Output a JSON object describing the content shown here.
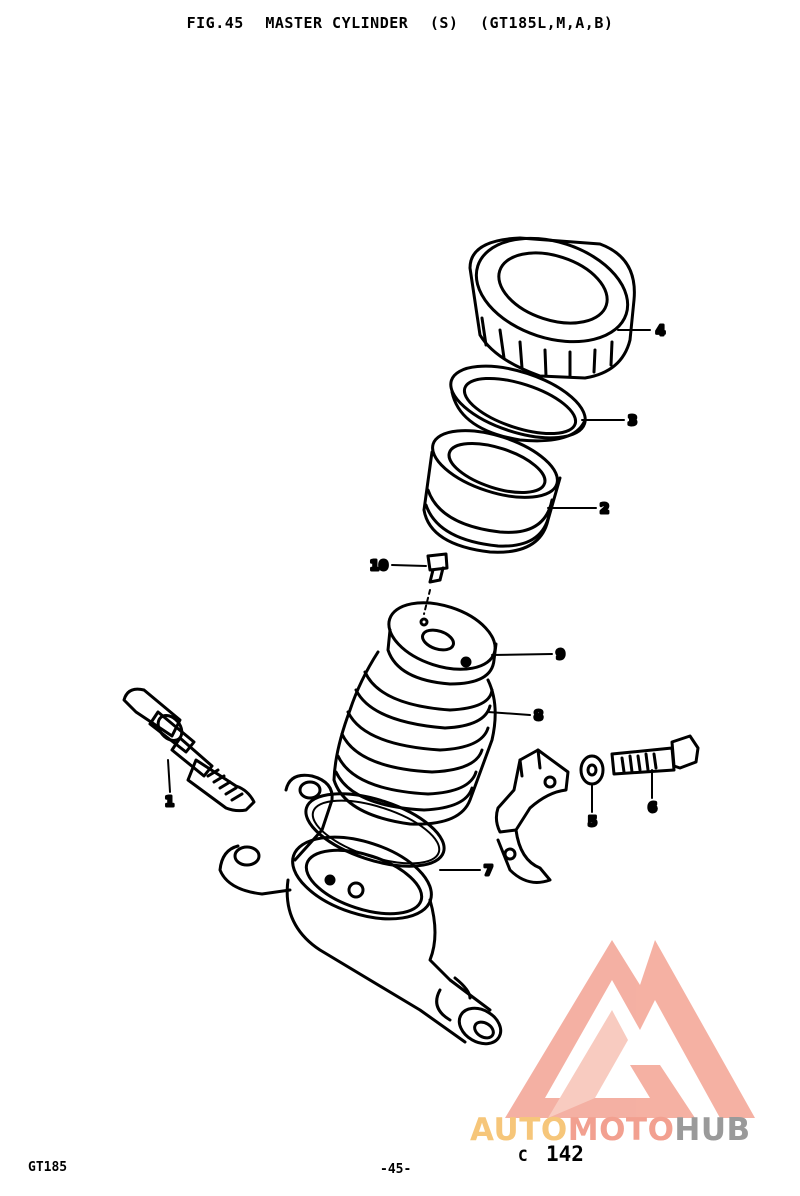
{
  "header": {
    "figure": "FIG.45",
    "title": "MASTER CYLINDER",
    "symbol": "(S)",
    "models": "(GT185L,M,A,B)"
  },
  "callouts": {
    "c1": "1",
    "c2": "2",
    "c3": "3",
    "c4": "4",
    "c5": "5",
    "c6": "6",
    "c7": "7",
    "c8": "8",
    "c9": "9",
    "c10": "10"
  },
  "footer": {
    "model": "GT185",
    "page": "-45-",
    "code": "142",
    "code_prefix": "C"
  },
  "watermark": {
    "part1": "AUTO",
    "part2": "MOTO",
    "part3": "HUB",
    "colors": {
      "yellow": "#f6c67a",
      "red": "#f2a090",
      "gray": "#9a9a9a"
    }
  }
}
